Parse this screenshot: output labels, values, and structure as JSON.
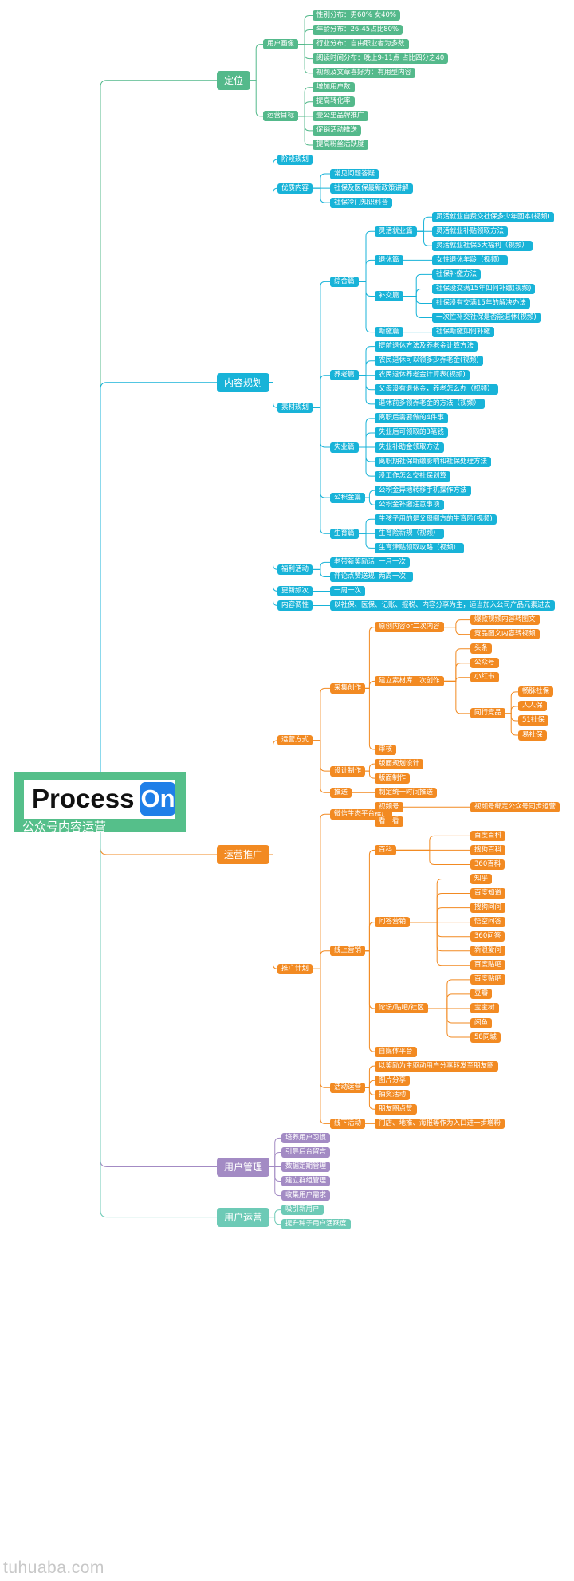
{
  "logo": {
    "text_process": "Process",
    "text_on": "On",
    "subtitle": "公众号内容运营"
  },
  "watermark": "tuhuaba.com",
  "colors": {
    "green": "#54b98b",
    "blue": "#18b3d8",
    "blue_l1": "#41a9dc",
    "orange": "#f28a22",
    "purple": "#a38bc4",
    "teal": "#6dcab6"
  },
  "mindmap": [
    {
      "label": "定位",
      "color": "green",
      "children": [
        {
          "label": "用户画像",
          "children": [
            {
              "label": "性别分布：男60% 女40%"
            },
            {
              "label": "年龄分布：26-45占比80%"
            },
            {
              "label": "行业分布：自由职业者为多数"
            },
            {
              "label": "阅读时间分布：晚上9-11点 占比四分之40"
            },
            {
              "label": "视频及文章喜好为：有用型内容"
            }
          ]
        },
        {
          "label": "运营目标",
          "children": [
            {
              "label": "增加用户数"
            },
            {
              "label": "提高转化率"
            },
            {
              "label": "壹公里品牌推广"
            },
            {
              "label": "促销活动推送"
            },
            {
              "label": "提高粉丝活跃度"
            }
          ]
        }
      ]
    },
    {
      "label": "内容规划",
      "color": "blue",
      "children": [
        {
          "label": "阶段规划"
        },
        {
          "label": "优质内容",
          "children": [
            {
              "label": "常见问题答疑"
            },
            {
              "label": "社保及医保最新政策讲解"
            },
            {
              "label": "社保冷门知识科普"
            }
          ]
        },
        {
          "label": "素材规划",
          "children": [
            {
              "label": "综合篇",
              "children": [
                {
                  "label": "灵活就业篇",
                  "children": [
                    {
                      "label": "灵活就业自费交社保多少年回本(视频)"
                    },
                    {
                      "label": "灵活就业补贴领取方法"
                    },
                    {
                      "label": "灵活就业社保5大福利（视频）"
                    }
                  ]
                },
                {
                  "label": "退休篇",
                  "children": [
                    {
                      "label": "女性退休年龄（视频）"
                    }
                  ]
                },
                {
                  "label": "补交篇",
                  "children": [
                    {
                      "label": "社保补缴方法"
                    },
                    {
                      "label": "社保没交满15年如何补缴(视频)"
                    },
                    {
                      "label": "社保没有交满15年的解决办法"
                    },
                    {
                      "label": "一次性补交社保是否能退休(视频)"
                    }
                  ]
                },
                {
                  "label": "断缴篇",
                  "children": [
                    {
                      "label": "社保断缴如何补缴"
                    }
                  ]
                }
              ]
            },
            {
              "label": "养老篇",
              "children": [
                {
                  "label": "提前退休方法及养老金计算方法"
                },
                {
                  "label": "农民退休可以领多少养老金(视频)"
                },
                {
                  "label": "农民退休养老金计算表(视频)"
                },
                {
                  "label": "父母没有退休金，养老怎么办（视频）"
                },
                {
                  "label": "退休前多领养老金的方法（视频）"
                }
              ]
            },
            {
              "label": "失业篇",
              "children": [
                {
                  "label": "离职后需要做的4件事"
                },
                {
                  "label": "失业后可领取的3笔钱"
                },
                {
                  "label": "失业补助金领取方法"
                },
                {
                  "label": "离职期社保断缴影响和社保处理方法"
                },
                {
                  "label": "没工作怎么交社保划算"
                }
              ]
            },
            {
              "label": "公积金篇",
              "children": [
                {
                  "label": "公积金异地转移手机操作方法"
                },
                {
                  "label": "公积金补缴注意事项"
                }
              ]
            },
            {
              "label": "生育篇",
              "children": [
                {
                  "label": "生孩子用的是父母哪方的生育险(视频)"
                },
                {
                  "label": "生育险新规（视频）"
                },
                {
                  "label": "生育津贴领取攻略（视频）"
                }
              ]
            }
          ]
        },
        {
          "label": "福利活动",
          "children": [
            {
              "label": "老带新奖励活动",
              "children": [
                {
                  "label": "一月一次"
                }
              ]
            },
            {
              "label": "评论点赞送现金红包活动",
              "children": [
                {
                  "label": "两周一次"
                }
              ]
            }
          ]
        },
        {
          "label": "更新频次",
          "children": [
            {
              "label": "一周一次"
            }
          ]
        },
        {
          "label": "内容调性",
          "children": [
            {
              "label": "以社保、医保、记账、报税、内容分享为主，适当加入公司产品元素进去"
            }
          ]
        }
      ]
    },
    {
      "label": "运营推广",
      "color": "orange",
      "children": [
        {
          "label": "运营方式",
          "children": [
            {
              "label": "采集创作",
              "children": [
                {
                  "label": "原创内容or二次内容",
                  "children": [
                    {
                      "label": "爆款视频内容转图文"
                    },
                    {
                      "label": "竞品图文内容转视频"
                    }
                  ]
                },
                {
                  "label": "建立素材库二次创作",
                  "children": [
                    {
                      "label": "头条"
                    },
                    {
                      "label": "公众号"
                    },
                    {
                      "label": "小红书"
                    },
                    {
                      "label": "同行竞品",
                      "children": [
                        {
                          "label": "畅脉社保"
                        },
                        {
                          "label": "人人保"
                        },
                        {
                          "label": "51社保"
                        },
                        {
                          "label": "易社保"
                        }
                      ]
                    }
                  ]
                },
                {
                  "label": "审核"
                }
              ]
            },
            {
              "label": "设计制作",
              "children": [
                {
                  "label": "版面规划设计"
                },
                {
                  "label": "版面制作"
                }
              ]
            },
            {
              "label": "推送",
              "children": [
                {
                  "label": "制定统一时间推送"
                }
              ]
            }
          ]
        },
        {
          "label": "推广计划",
          "children": [
            {
              "label": "微信生态平台推广",
              "children": [
                {
                  "label": "视频号",
                  "children": [
                    {
                      "label": "视频号绑定公众号同步运营"
                    }
                  ]
                },
                {
                  "label": "看一看"
                }
              ]
            },
            {
              "label": "线上营销",
              "children": [
                {
                  "label": "百科",
                  "children": [
                    {
                      "label": "百度百科"
                    },
                    {
                      "label": "搜狗百科"
                    },
                    {
                      "label": "360百科"
                    }
                  ]
                },
                {
                  "label": "问答营销",
                  "children": [
                    {
                      "label": "知乎"
                    },
                    {
                      "label": "百度知道"
                    },
                    {
                      "label": "搜狗问问"
                    },
                    {
                      "label": "悟空问答"
                    },
                    {
                      "label": "360问答"
                    },
                    {
                      "label": "新浪爱问"
                    },
                    {
                      "label": "百度贴吧"
                    }
                  ]
                },
                {
                  "label": "论坛/贴吧/社区",
                  "children": [
                    {
                      "label": "百度贴吧"
                    },
                    {
                      "label": "豆瓣"
                    },
                    {
                      "label": "宝宝树"
                    },
                    {
                      "label": "闲鱼"
                    },
                    {
                      "label": "58同城"
                    }
                  ]
                },
                {
                  "label": "自媒体平台"
                }
              ]
            },
            {
              "label": "活动运营",
              "children": [
                {
                  "label": "以奖励为主驱动用户分享转发至朋友圈"
                },
                {
                  "label": "图片分享"
                },
                {
                  "label": "抽奖活动"
                },
                {
                  "label": "朋友圈点赞"
                }
              ]
            },
            {
              "label": "线下活动",
              "children": [
                {
                  "label": "门店、地推、海报等作为入口进一步增粉"
                }
              ]
            }
          ]
        }
      ]
    },
    {
      "label": "用户管理",
      "color": "purple",
      "children": [
        {
          "label": "培养用户习惯"
        },
        {
          "label": "引导后台留言"
        },
        {
          "label": "数据定期管理"
        },
        {
          "label": "建立群组管理"
        },
        {
          "label": "收集用户需求"
        }
      ]
    },
    {
      "label": "用户运营",
      "color": "teal",
      "children": [
        {
          "label": "吸引新用户"
        },
        {
          "label": "提升种子用户活跃度"
        }
      ]
    }
  ]
}
